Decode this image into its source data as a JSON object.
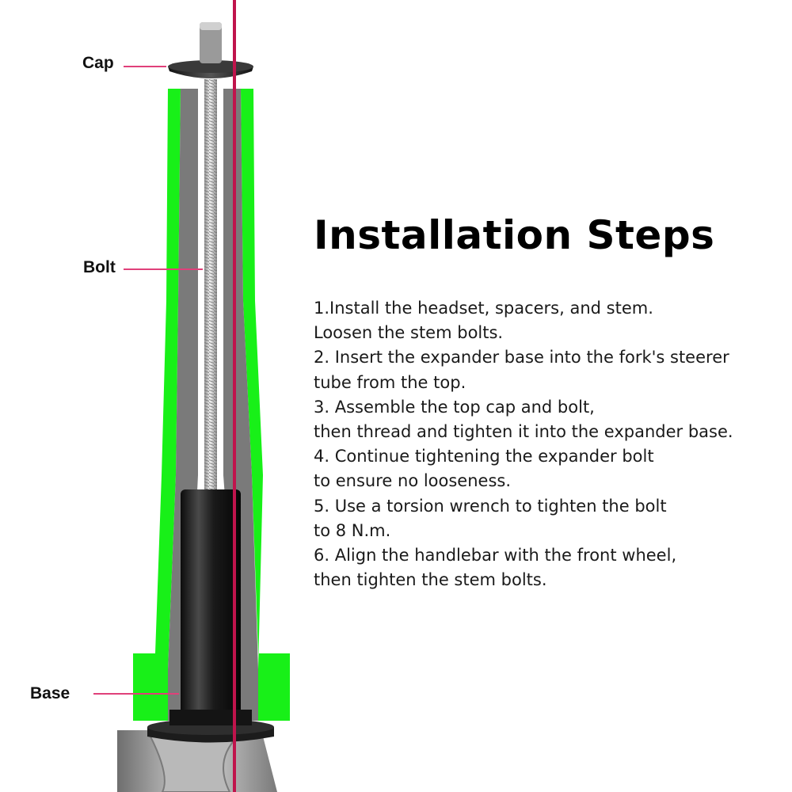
{
  "labels": {
    "cap": "Cap",
    "bolt": "Bolt",
    "base": "Base"
  },
  "title": "Installation Steps",
  "steps": [
    {
      "lines": [
        "1.Install the headset, spacers, and stem.",
        "Loosen the stem bolts."
      ]
    },
    {
      "lines": [
        "2. Insert the expander base into the fork's steerer",
        "tube from the top."
      ]
    },
    {
      "lines": [
        "3. Assemble the top cap and bolt,",
        "then thread and tighten it into the expander base."
      ]
    },
    {
      "lines": [
        "4. Continue tightening the expander bolt",
        "to ensure no looseness."
      ]
    },
    {
      "lines": [
        "5. Use a torsion wrench to tighten the bolt",
        "to 8 N.m."
      ]
    },
    {
      "lines": [
        "6. Align the handlebar with the front wheel,",
        "then tighten the stem bolts."
      ]
    }
  ],
  "colors": {
    "steerer_tube": "#18f018",
    "tube_inner": "#7a7a7a",
    "leader_lines": "#e0407a",
    "centerline": "#c0144c",
    "expander_base": "#1c1c1c",
    "bolt": "#c8c8c8",
    "text": "#111111"
  }
}
